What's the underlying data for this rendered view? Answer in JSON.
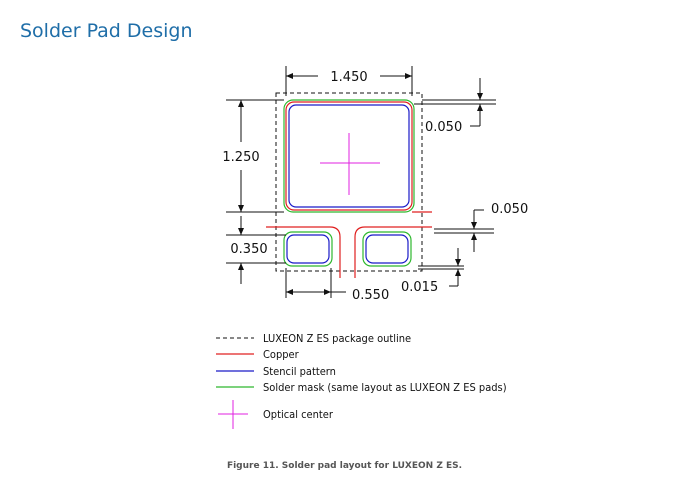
{
  "page": {
    "heading": "Solder Pad Design"
  },
  "dimensions": {
    "width_total": "1.450",
    "height_main": "1.250",
    "gap_top": "0.050",
    "gap_side": "0.050",
    "small_pad_height": "0.350",
    "small_pad_width": "0.550",
    "gap_bottom": "0.015"
  },
  "legend": [
    {
      "label": "LUXEON Z ES package outline",
      "color": "#111111",
      "style": "dashed"
    },
    {
      "label": "Copper",
      "color": "#e02020",
      "style": "solid"
    },
    {
      "label": "Stencil pattern",
      "color": "#1a1ac8",
      "style": "solid"
    },
    {
      "label": "Solder mask (same layout as LUXEON Z ES pads)",
      "color": "#2eb82e",
      "style": "solid"
    },
    {
      "label": "Optical center",
      "color": "#e020e0",
      "style": "cross"
    }
  ],
  "figure_caption": "Figure 11. Solder pad layout for LUXEON Z ES."
}
